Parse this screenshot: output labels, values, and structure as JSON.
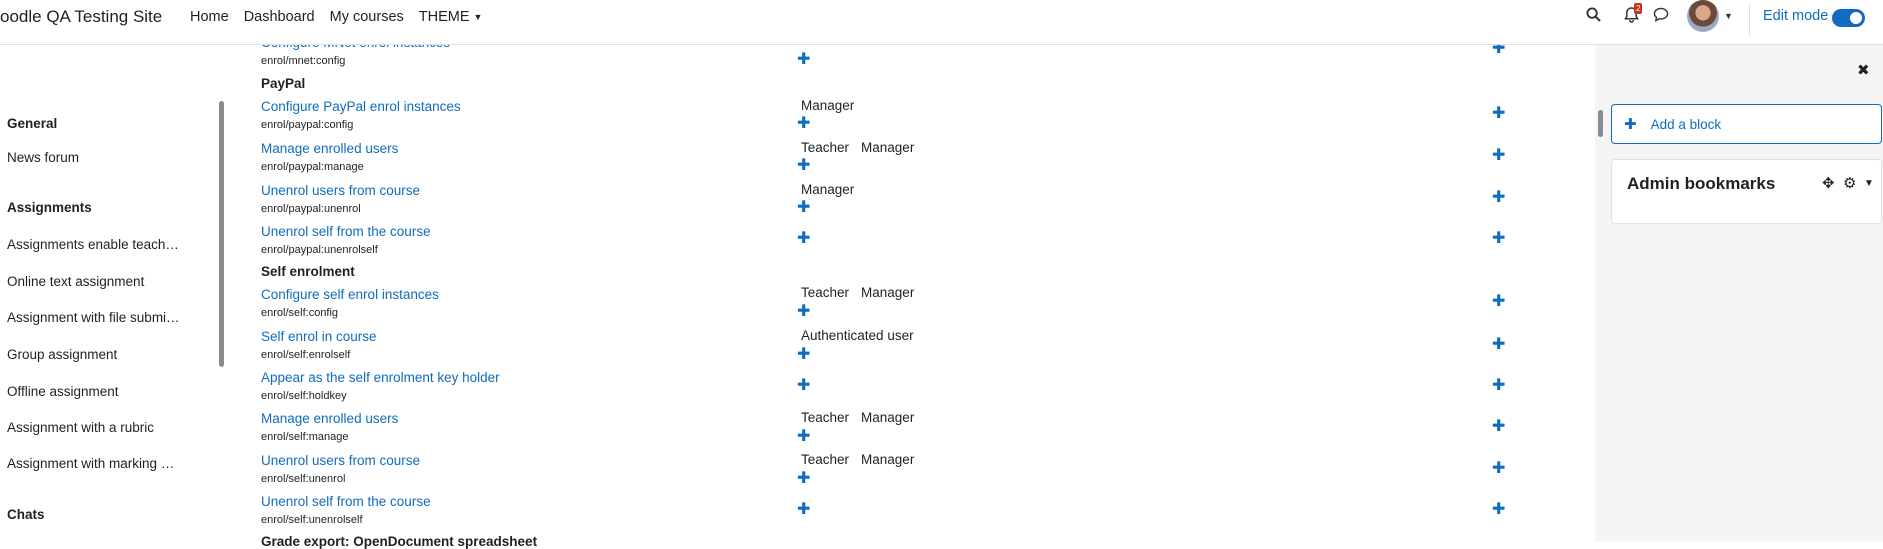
{
  "header": {
    "site_name": "oodle QA Testing Site",
    "nav": [
      {
        "label": "Home"
      },
      {
        "label": "Dashboard"
      },
      {
        "label": "My courses"
      },
      {
        "label": "THEME"
      }
    ],
    "notification_count": "2",
    "edit_mode_label": "Edit mode"
  },
  "sidebar": {
    "general_heading": "General",
    "general_items": [
      {
        "label": "News forum"
      }
    ],
    "assignments_heading": "Assignments",
    "assignment_items": [
      {
        "label": "Assignments enable teach…"
      },
      {
        "label": "Online text assignment"
      },
      {
        "label": "Assignment with file submi…"
      },
      {
        "label": "Group assignment"
      },
      {
        "label": "Offline assignment"
      },
      {
        "label": "Assignment with a rubric"
      },
      {
        "label": "Assignment with marking …"
      }
    ],
    "chats_heading": "Chats"
  },
  "main": {
    "top_partial": {
      "link": "Configure MNet enrol instances",
      "name": "enrol/mnet:config"
    },
    "paypal_heading": "PayPal",
    "paypal_rows": [
      {
        "link": "Configure PayPal enrol instances",
        "name": "enrol/paypal:config",
        "roles": [
          "Manager"
        ]
      },
      {
        "link": "Manage enrolled users",
        "name": "enrol/paypal:manage",
        "roles": [
          "Teacher",
          "Manager"
        ]
      },
      {
        "link": "Unenrol users from course",
        "name": "enrol/paypal:unenrol",
        "roles": [
          "Manager"
        ]
      },
      {
        "link": "Unenrol self from the course",
        "name": "enrol/paypal:unenrolself",
        "roles": []
      }
    ],
    "self_heading": "Self enrolment",
    "self_rows": [
      {
        "link": "Configure self enrol instances",
        "name": "enrol/self:config",
        "roles": [
          "Teacher",
          "Manager"
        ]
      },
      {
        "link": "Self enrol in course",
        "name": "enrol/self:enrolself",
        "roles": [
          "Authenticated user"
        ]
      },
      {
        "link": "Appear as the self enrolment key holder",
        "name": "enrol/self:holdkey",
        "roles": []
      },
      {
        "link": "Manage enrolled users",
        "name": "enrol/self:manage",
        "roles": [
          "Teacher",
          "Manager"
        ]
      },
      {
        "link": "Unenrol users from course",
        "name": "enrol/self:unenrol",
        "roles": [
          "Teacher",
          "Manager"
        ]
      },
      {
        "link": "Unenrol self from the course",
        "name": "enrol/self:unenrolself",
        "roles": []
      }
    ],
    "bottom_partial_heading": "Grade export: OpenDocument spreadsheet"
  },
  "drawer": {
    "add_block_label": "Add a block",
    "bookmarks_title": "Admin bookmarks"
  },
  "colors": {
    "accent": "#0f6cbf",
    "badge": "#ca3120"
  }
}
